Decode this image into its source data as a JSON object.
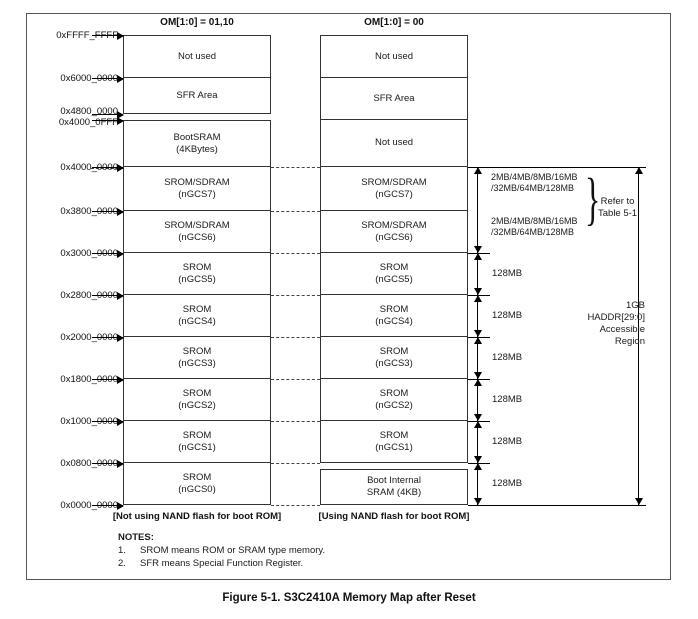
{
  "figure": {
    "caption": "Figure 5-1. S3C2410A Memory Map after Reset"
  },
  "columns": {
    "left": {
      "header": "OM[1:0] = 01,10",
      "caption": "[Not using NAND flash for boot ROM]",
      "blocks": [
        {
          "line1": "Not used",
          "line2": ""
        },
        {
          "line1": "SFR Area",
          "line2": ""
        },
        {
          "line1": "BootSRAM",
          "line2": "(4KBytes)"
        },
        {
          "line1": "SROM/SDRAM",
          "line2": "(nGCS7)"
        },
        {
          "line1": "SROM/SDRAM",
          "line2": "(nGCS6)"
        },
        {
          "line1": "SROM",
          "line2": "(nGCS5)"
        },
        {
          "line1": "SROM",
          "line2": "(nGCS4)"
        },
        {
          "line1": "SROM",
          "line2": "(nGCS3)"
        },
        {
          "line1": "SROM",
          "line2": "(nGCS2)"
        },
        {
          "line1": "SROM",
          "line2": "(nGCS1)"
        },
        {
          "line1": "SROM",
          "line2": "(nGCS0)"
        }
      ]
    },
    "right": {
      "header": "OM[1:0] = 00",
      "caption": "[Using NAND flash for boot ROM]",
      "blocks": [
        {
          "line1": "Not used",
          "line2": ""
        },
        {
          "line1": "SFR Area",
          "line2": ""
        },
        {
          "line1": "Not used",
          "line2": ""
        },
        {
          "line1": "SROM/SDRAM",
          "line2": "(nGCS7)"
        },
        {
          "line1": "SROM/SDRAM",
          "line2": "(nGCS6)"
        },
        {
          "line1": "SROM",
          "line2": "(nGCS5)"
        },
        {
          "line1": "SROM",
          "line2": "(nGCS4)"
        },
        {
          "line1": "SROM",
          "line2": "(nGCS3)"
        },
        {
          "line1": "SROM",
          "line2": "(nGCS2)"
        },
        {
          "line1": "SROM",
          "line2": "(nGCS1)"
        },
        {
          "line1": "Boot Internal",
          "line2": "SRAM (4KB)"
        }
      ]
    }
  },
  "addresses": [
    {
      "label": "0xFFFF_FFFF"
    },
    {
      "label": "0x6000_0000"
    },
    {
      "label": "0x4800_0000"
    },
    {
      "label": "0x4000_0FFF"
    },
    {
      "label": "0x4000_0000"
    },
    {
      "label": "0x3800_0000"
    },
    {
      "label": "0x3000_0000"
    },
    {
      "label": "0x2800_0000"
    },
    {
      "label": "0x2000_0000"
    },
    {
      "label": "0x1800_0000"
    },
    {
      "label": "0x1000_0000"
    },
    {
      "label": "0x0800_0000"
    },
    {
      "label": "0x0000_0000"
    }
  ],
  "annotations": {
    "size_notes": [
      {
        "line1": "2MB/4MB/8MB/16MB",
        "line2": "/32MB/64MB/128MB"
      },
      {
        "line1": "2MB/4MB/8MB/16MB",
        "line2": "/32MB/64MB/128MB"
      }
    ],
    "refer": {
      "line1": "Refer to",
      "line2": "Table 5-1"
    },
    "bank_sizes": [
      "128MB",
      "128MB",
      "128MB",
      "128MB",
      "128MB",
      "128MB"
    ],
    "region": {
      "line1": "1GB",
      "line2": "HADDR[29:0]",
      "line3": "Accessible",
      "line4": "Region"
    }
  },
  "notes": {
    "title": "NOTES:",
    "items": [
      {
        "num": "1.",
        "text": "SROM means ROM or SRAM type memory."
      },
      {
        "num": "2.",
        "text": "SFR means Special Function Register."
      }
    ]
  }
}
